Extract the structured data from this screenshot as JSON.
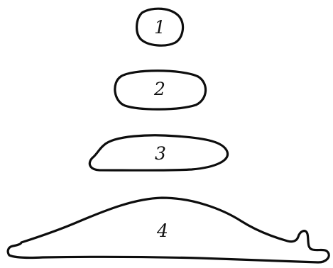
{
  "diagram": {
    "shapes": [
      {
        "label": "1",
        "icon": "small-pebble-outline"
      },
      {
        "label": "2",
        "icon": "oval-outline"
      },
      {
        "label": "3",
        "icon": "flattened-oval-outline"
      },
      {
        "label": "4",
        "icon": "long-mound-outline"
      }
    ]
  }
}
